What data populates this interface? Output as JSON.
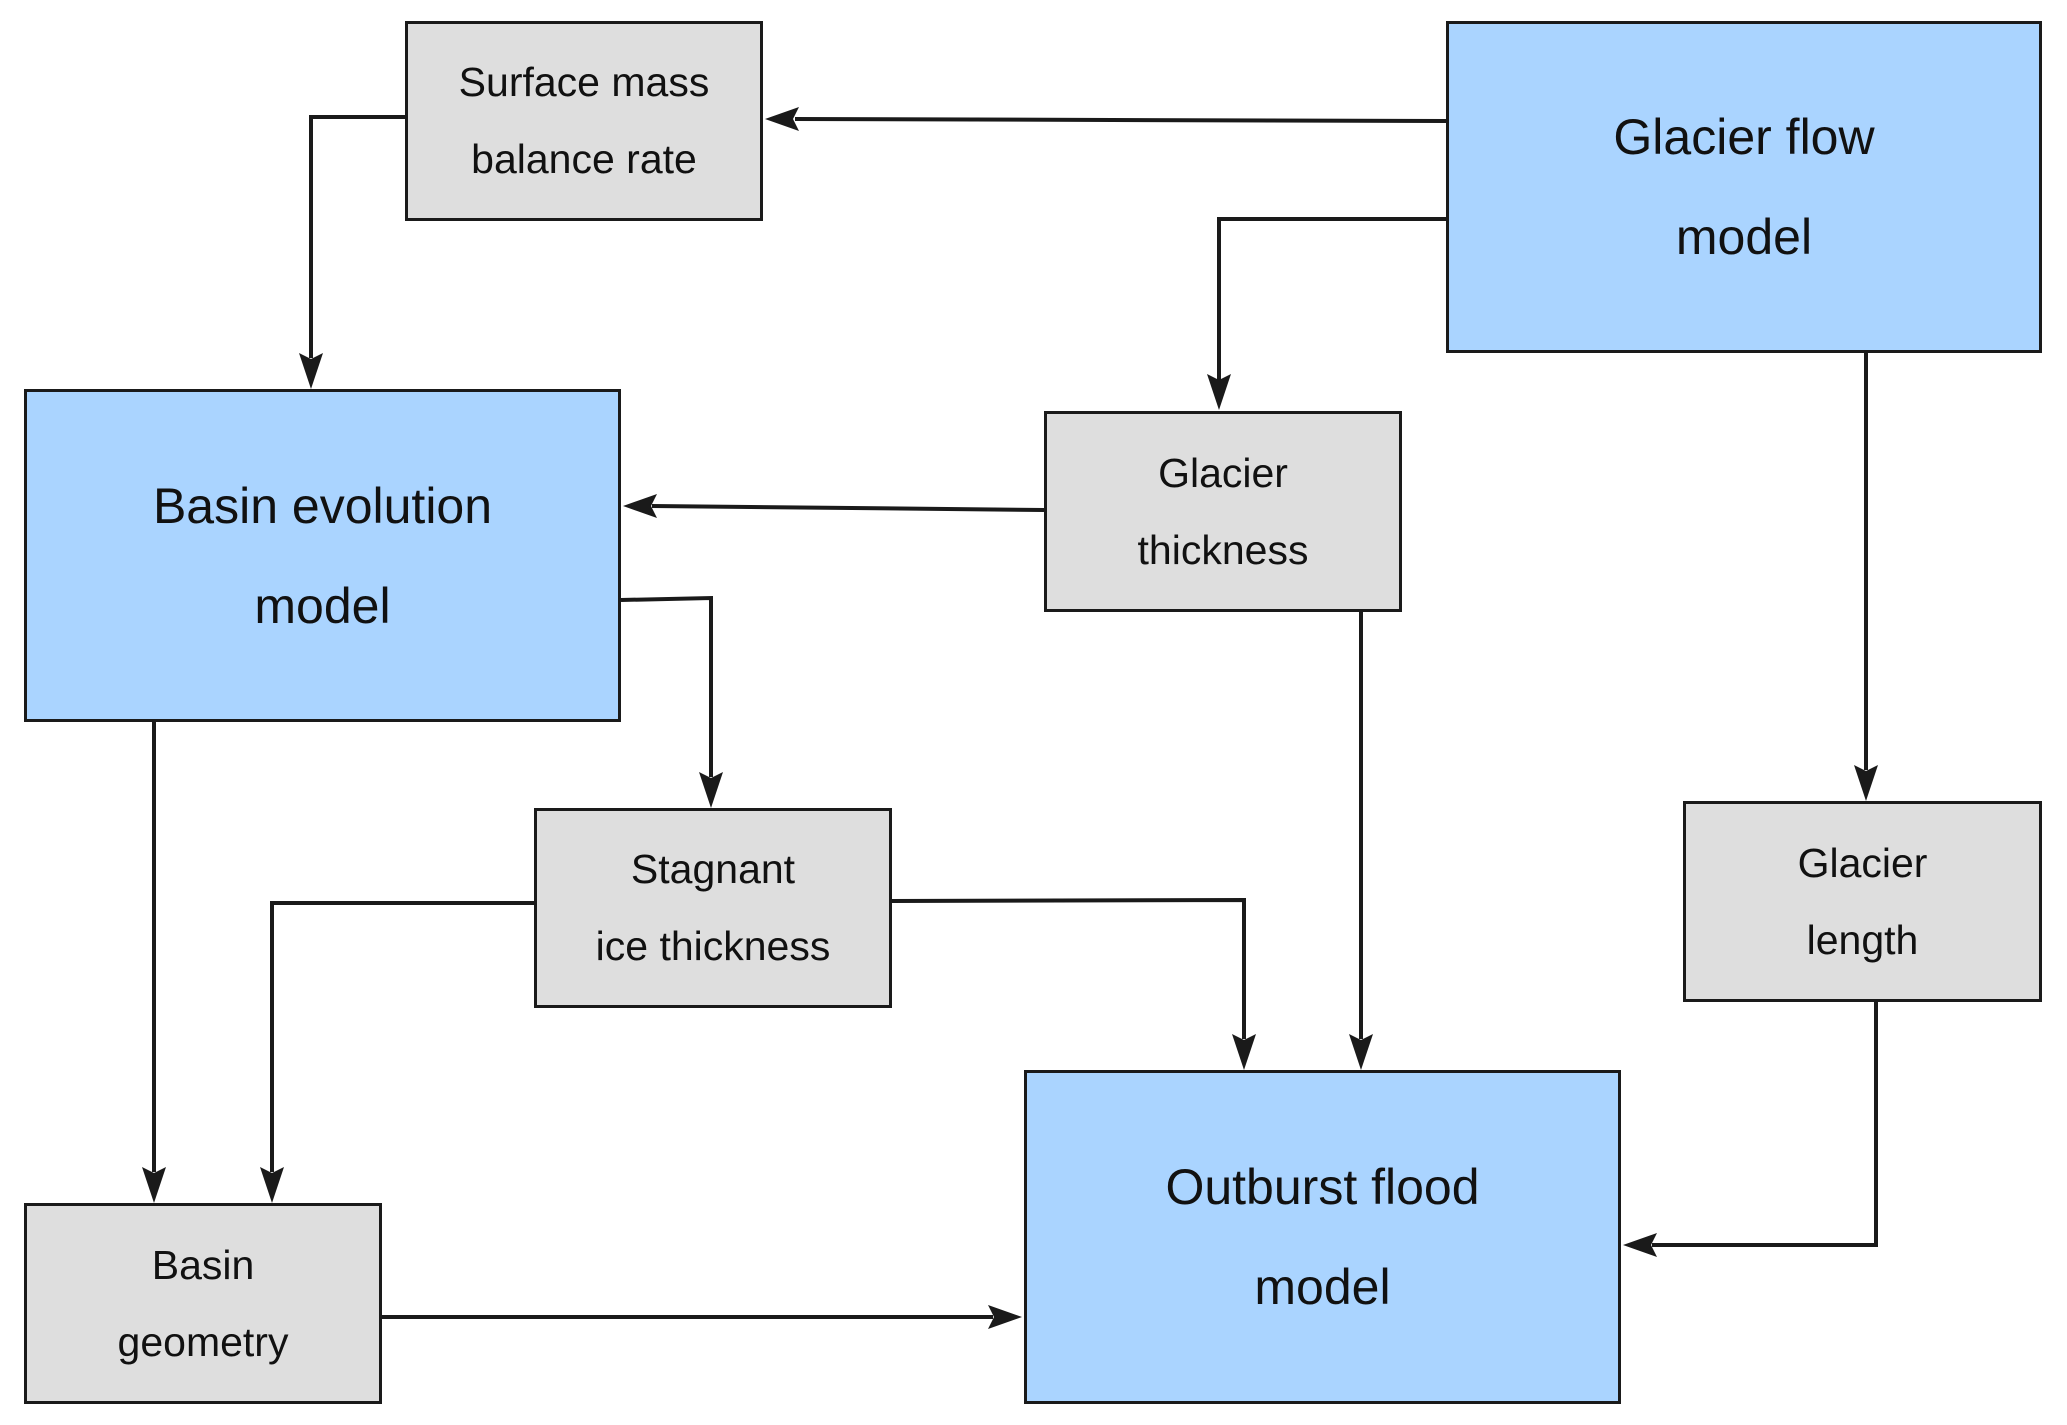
{
  "diagram": {
    "colors": {
      "model_fill": "#aad4ff",
      "variable_fill": "#dedede",
      "stroke": "#1a1a1a"
    },
    "nodes": {
      "surface_mass": {
        "line1": "Surface mass",
        "line2": "balance rate",
        "kind": "variable"
      },
      "glacier_flow": {
        "line1": "Glacier flow",
        "line2": "model",
        "kind": "model"
      },
      "basin_evolution": {
        "line1": "Basin evolution",
        "line2": "model",
        "kind": "model"
      },
      "glacier_thickness": {
        "line1": "Glacier",
        "line2": "thickness",
        "kind": "variable"
      },
      "stagnant_ice": {
        "line1": "Stagnant",
        "line2": "ice thickness",
        "kind": "variable"
      },
      "glacier_length": {
        "line1": "Glacier",
        "line2": "length",
        "kind": "variable"
      },
      "basin_geometry": {
        "line1": "Basin",
        "line2": "geometry",
        "kind": "variable"
      },
      "outburst_flood": {
        "line1": "Outburst flood",
        "line2": "model",
        "kind": "model"
      }
    },
    "edges": [
      {
        "from": "glacier_flow",
        "to": "surface_mass"
      },
      {
        "from": "glacier_flow",
        "to": "glacier_thickness"
      },
      {
        "from": "glacier_flow",
        "to": "glacier_length"
      },
      {
        "from": "surface_mass",
        "to": "basin_evolution"
      },
      {
        "from": "glacier_thickness",
        "to": "basin_evolution"
      },
      {
        "from": "glacier_thickness",
        "to": "outburst_flood"
      },
      {
        "from": "basin_evolution",
        "to": "stagnant_ice"
      },
      {
        "from": "basin_evolution",
        "to": "basin_geometry"
      },
      {
        "from": "stagnant_ice",
        "to": "basin_geometry"
      },
      {
        "from": "stagnant_ice",
        "to": "outburst_flood"
      },
      {
        "from": "glacier_length",
        "to": "outburst_flood"
      },
      {
        "from": "basin_geometry",
        "to": "outburst_flood"
      }
    ]
  }
}
